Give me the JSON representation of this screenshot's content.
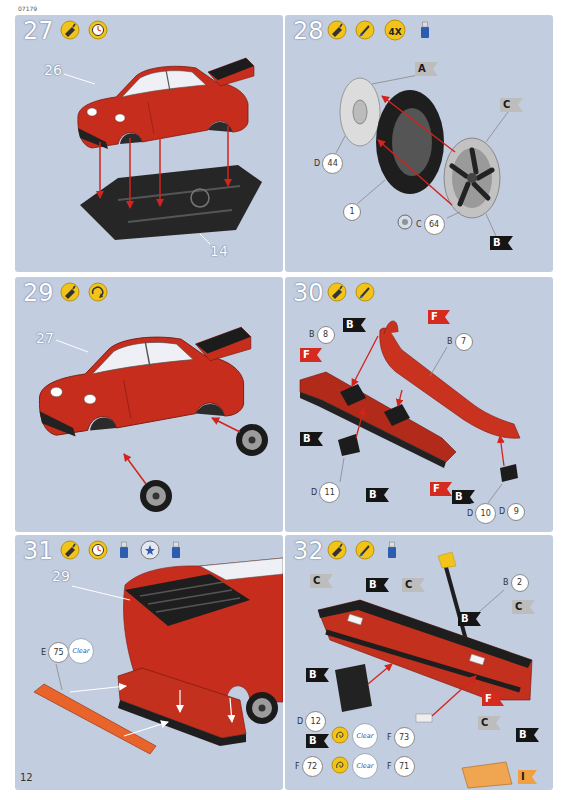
{
  "diagram": {
    "nodes": [
      {
        "text": [
          "27"
        ]
      },
      {
        "text": [
          "28"
        ]
      },
      {
        "text": [
          "A"
        ],
        "in": 1
      },
      {
        "text": [
          "C"
        ],
        "in": 1
      },
      {
        "text": [
          "D",
          "44"
        ],
        "in": 1
      },
      {
        "text": [
          "1"
        ],
        "in": 1
      },
      {
        "text": [
          "C",
          "64"
        ],
        "in": 1
      },
      {
        "text": [
          "B"
        ],
        "in": 1
      },
      {
        "text": [
          "29"
        ]
      },
      {
        "text": [
          "30"
        ]
      },
      {
        "text": [
          "B",
          "8"
        ],
        "in": 9
      },
      {
        "text": [
          "B"
        ],
        "in": 9
      },
      {
        "text": [
          "F"
        ],
        "in": 9
      },
      {
        "text": [
          "F"
        ],
        "in": 9
      },
      {
        "text": [
          "B",
          "7"
        ],
        "in": 9
      },
      {
        "text": [
          "B"
        ],
        "in": 9
      },
      {
        "text": [
          "D",
          "11"
        ],
        "in": 9
      },
      {
        "text": [
          "B"
        ],
        "in": 9
      },
      {
        "text": [
          "F"
        ],
        "in": 9
      },
      {
        "text": [
          "B"
        ],
        "in": 9
      },
      {
        "text": [
          "D",
          "10"
        ],
        "in": 9
      },
      {
        "text": [
          "D",
          "9"
        ],
        "in": 9
      },
      {
        "text": [
          "31"
        ]
      },
      {
        "text": [
          "E",
          "75"
        ],
        "in": 22
      },
      {
        "text": [
          "Clear"
        ],
        "in": 22
      },
      {
        "text": [
          "32"
        ]
      },
      {
        "text": [
          "C"
        ],
        "in": 25
      },
      {
        "text": [
          "B"
        ],
        "in": 25
      },
      {
        "text": [
          "C"
        ],
        "in": 25
      },
      {
        "text": [
          "B",
          "2"
        ],
        "in": 25
      },
      {
        "text": [
          "C"
        ],
        "in": 25
      },
      {
        "text": [
          "B"
        ],
        "in": 25
      },
      {
        "text": [
          "B"
        ],
        "in": 25
      },
      {
        "text": [
          "D",
          "12"
        ],
        "in": 25
      },
      {
        "text": [
          "B"
        ],
        "in": 25
      },
      {
        "text": [
          "Clear"
        ],
        "in": 25
      },
      {
        "text": [
          "F",
          "73"
        ],
        "in": 25
      },
      {
        "text": [
          "C"
        ],
        "in": 25
      },
      {
        "text": [
          "F"
        ],
        "in": 25
      },
      {
        "text": [
          "B"
        ],
        "in": 25
      },
      {
        "text": [
          "F",
          "72"
        ],
        "in": 25
      },
      {
        "text": [
          "Clear"
        ],
        "in": 25
      },
      {
        "text": [
          "F",
          "71"
        ],
        "in": 25
      },
      {
        "text": [
          "I"
        ],
        "in": 25
      }
    ],
    "labels": [
      "07179",
      "26",
      "14",
      "4X",
      "27",
      "29",
      "12"
    ]
  }
}
